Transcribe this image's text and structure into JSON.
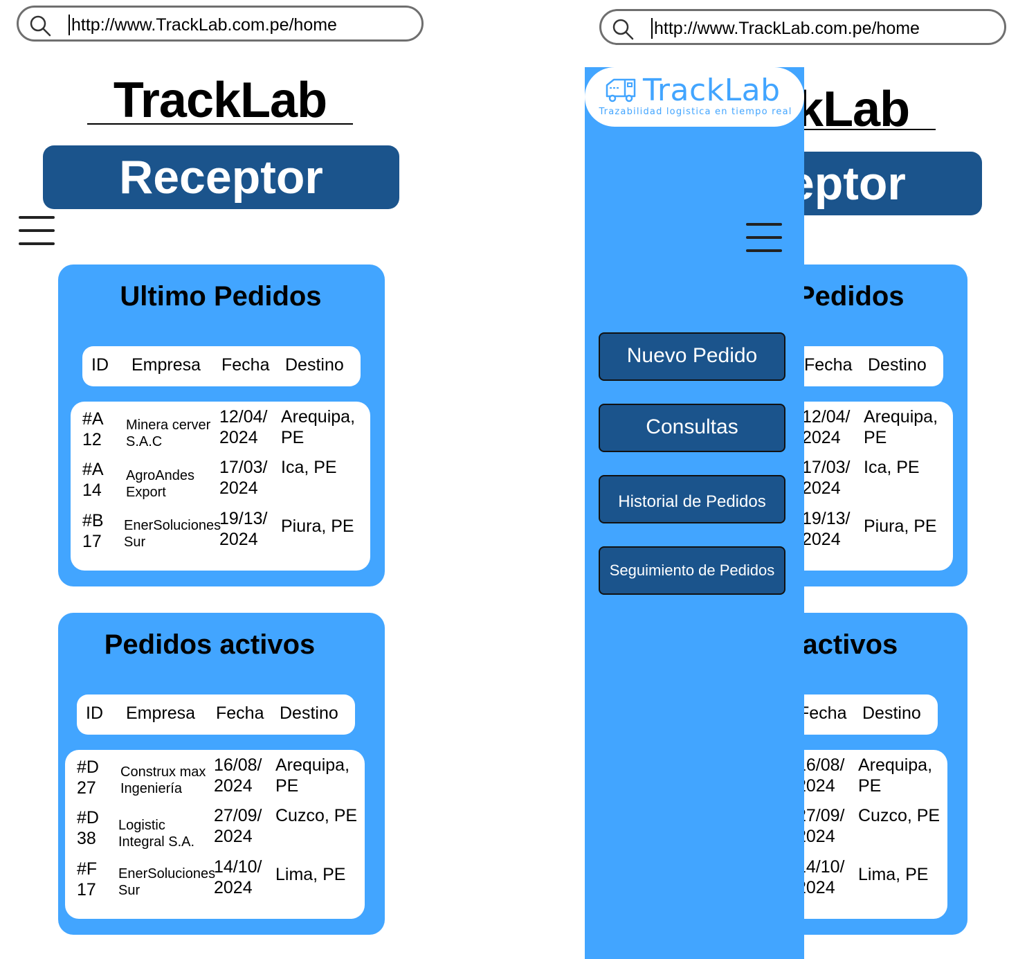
{
  "url": "http://www.TrackLab.com.pe/home",
  "brand_title": "TrackLab",
  "role": "Receptor",
  "recent_orders": {
    "title": "Ultimo Pedidos",
    "headers": [
      "ID",
      "Empresa",
      "Fecha",
      "Destino"
    ],
    "rows": [
      {
        "id": "#A12",
        "empresa": "Minera cerver S.A.C",
        "fecha": "12/04/2024",
        "destino": "Arequipa, PE"
      },
      {
        "id": "#A14",
        "empresa": "AgroAndes Export",
        "fecha": "17/03/2024",
        "destino": "Ica, PE"
      },
      {
        "id": "#B17",
        "empresa": "EnerSoluciones Sur",
        "fecha": "19/13/2024",
        "destino": "Piura, PE"
      }
    ]
  },
  "active_orders": {
    "title": "Pedidos activos",
    "headers": [
      "ID",
      "Empresa",
      "Fecha",
      "Destino"
    ],
    "rows": [
      {
        "id": "#D27",
        "empresa": "Construx max Ingeniería",
        "fecha": "16/08/2024",
        "destino": "Arequipa, PE"
      },
      {
        "id": "#D38",
        "empresa": "Logistic Integral S.A.",
        "fecha": "27/09/2024",
        "destino": "Cuzco, PE"
      },
      {
        "id": "#F17",
        "empresa": "EnerSoluciones Sur",
        "fecha": "14/10/2024",
        "destino": "Lima, PE"
      }
    ]
  },
  "drawer": {
    "logo_name": "TrackLab",
    "logo_tagline": "Trazabilidad logistica en tiempo real",
    "items": [
      {
        "label": "Nuevo Pedido"
      },
      {
        "label": "Consultas"
      },
      {
        "label": "Historial de Pedidos"
      },
      {
        "label": "Seguimiento de Pedidos"
      }
    ]
  },
  "colors": {
    "accent_blue": "#42a5ff",
    "dark_blue": "#1b548c"
  },
  "icons": [
    "search-icon",
    "menu-icon",
    "truck-logo-icon"
  ]
}
